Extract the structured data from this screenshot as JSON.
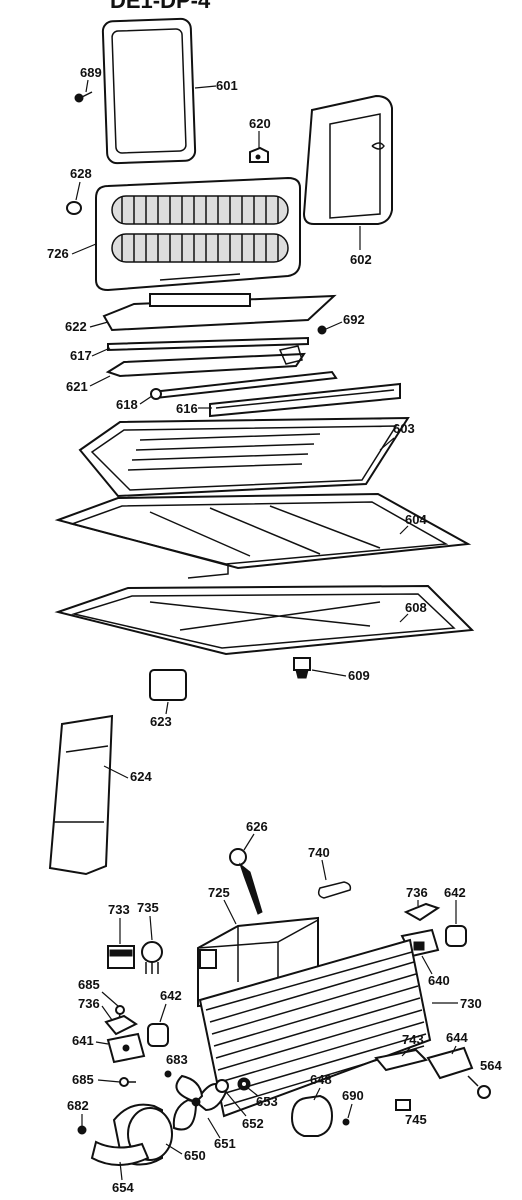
{
  "header": {
    "title_fragment": "DE1-DP-4"
  },
  "labels": {
    "p601": "601",
    "p602": "602",
    "p603": "603",
    "p604": "604",
    "p608": "608",
    "p609": "609",
    "p616": "616",
    "p617": "617",
    "p618": "618",
    "p620": "620",
    "p621": "621",
    "p622": "622",
    "p623": "623",
    "p624": "624",
    "p626": "626",
    "p628": "628",
    "p640": "640",
    "p641": "641",
    "p642a": "642",
    "p642b": "642",
    "p644": "644",
    "p648": "648",
    "p650": "650",
    "p651": "651",
    "p652": "652",
    "p653": "653",
    "p654": "654",
    "p564": "564",
    "p682": "682",
    "p683": "683",
    "p685a": "685",
    "p685b": "685",
    "p689": "689",
    "p690": "690",
    "p692": "692",
    "p725": "725",
    "p726": "726",
    "p730": "730",
    "p733": "733",
    "p735": "735",
    "p736a": "736",
    "p736b": "736",
    "p740": "740",
    "p743": "743",
    "p745": "745"
  }
}
